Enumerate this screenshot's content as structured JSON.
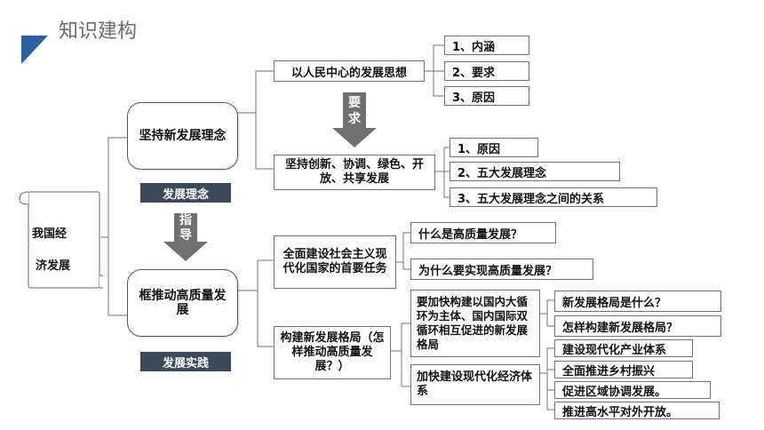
{
  "header": {
    "title": "知识建构"
  },
  "root": {
    "line1": "我国经",
    "line2": "济发展"
  },
  "branch1": {
    "main": "坚持新发展理念",
    "tag": "发展理念",
    "arrow_label": "要求",
    "topic_a": "以人民中心的发展思想",
    "topic_a_items": [
      "1、内涵",
      "2、要求",
      "3、原因"
    ],
    "topic_b": "坚持创新、协调、绿色、开放、共享发展",
    "topic_b_items": [
      "1、原因",
      "2、五大发展理念",
      "3、五大发展理念之间的关系"
    ]
  },
  "link_arrow_label": "指导",
  "branch2": {
    "main": "框推动高质量发展",
    "tag": "发展实践",
    "topic_a": "全面建设社会主义现代化国家的首要任务",
    "topic_a_items": [
      "什么是高质量发展？",
      "为什么要实现高质量发展？"
    ],
    "topic_b": "构建新发展格局（怎样推动高质量发展？）",
    "sub1": "要加快构建以国内大循环为主体、国内国际双循环相互促进的新发展格局",
    "sub1_items": [
      "新发展格局是什么？",
      "怎样构建新发展格局？"
    ],
    "sub2": "加快建设现代化经济体系",
    "sub2_items": [
      "建设现代化产业体系",
      "全面推进乡村振兴",
      "促进区域协调发展。",
      "推进高水平对外开放。"
    ]
  }
}
